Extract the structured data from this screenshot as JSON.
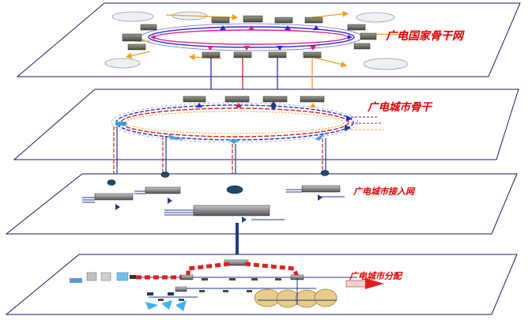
{
  "layers": [
    {
      "id": "national",
      "label": "广电国家骨干网"
    },
    {
      "id": "city_backbone",
      "label": "广电城市骨干"
    },
    {
      "id": "city_access",
      "label": "广电城市接入网"
    },
    {
      "id": "city_distribution",
      "label": "广电城市分配"
    }
  ],
  "colors": {
    "label": "#e00000",
    "plane_stroke": "#1a1a66",
    "ring_blue": "#2a2ad0",
    "ring_pink": "#e0208a",
    "link_orange": "#f0a020",
    "link_red": "#d02020",
    "trunk": "#223a88"
  }
}
